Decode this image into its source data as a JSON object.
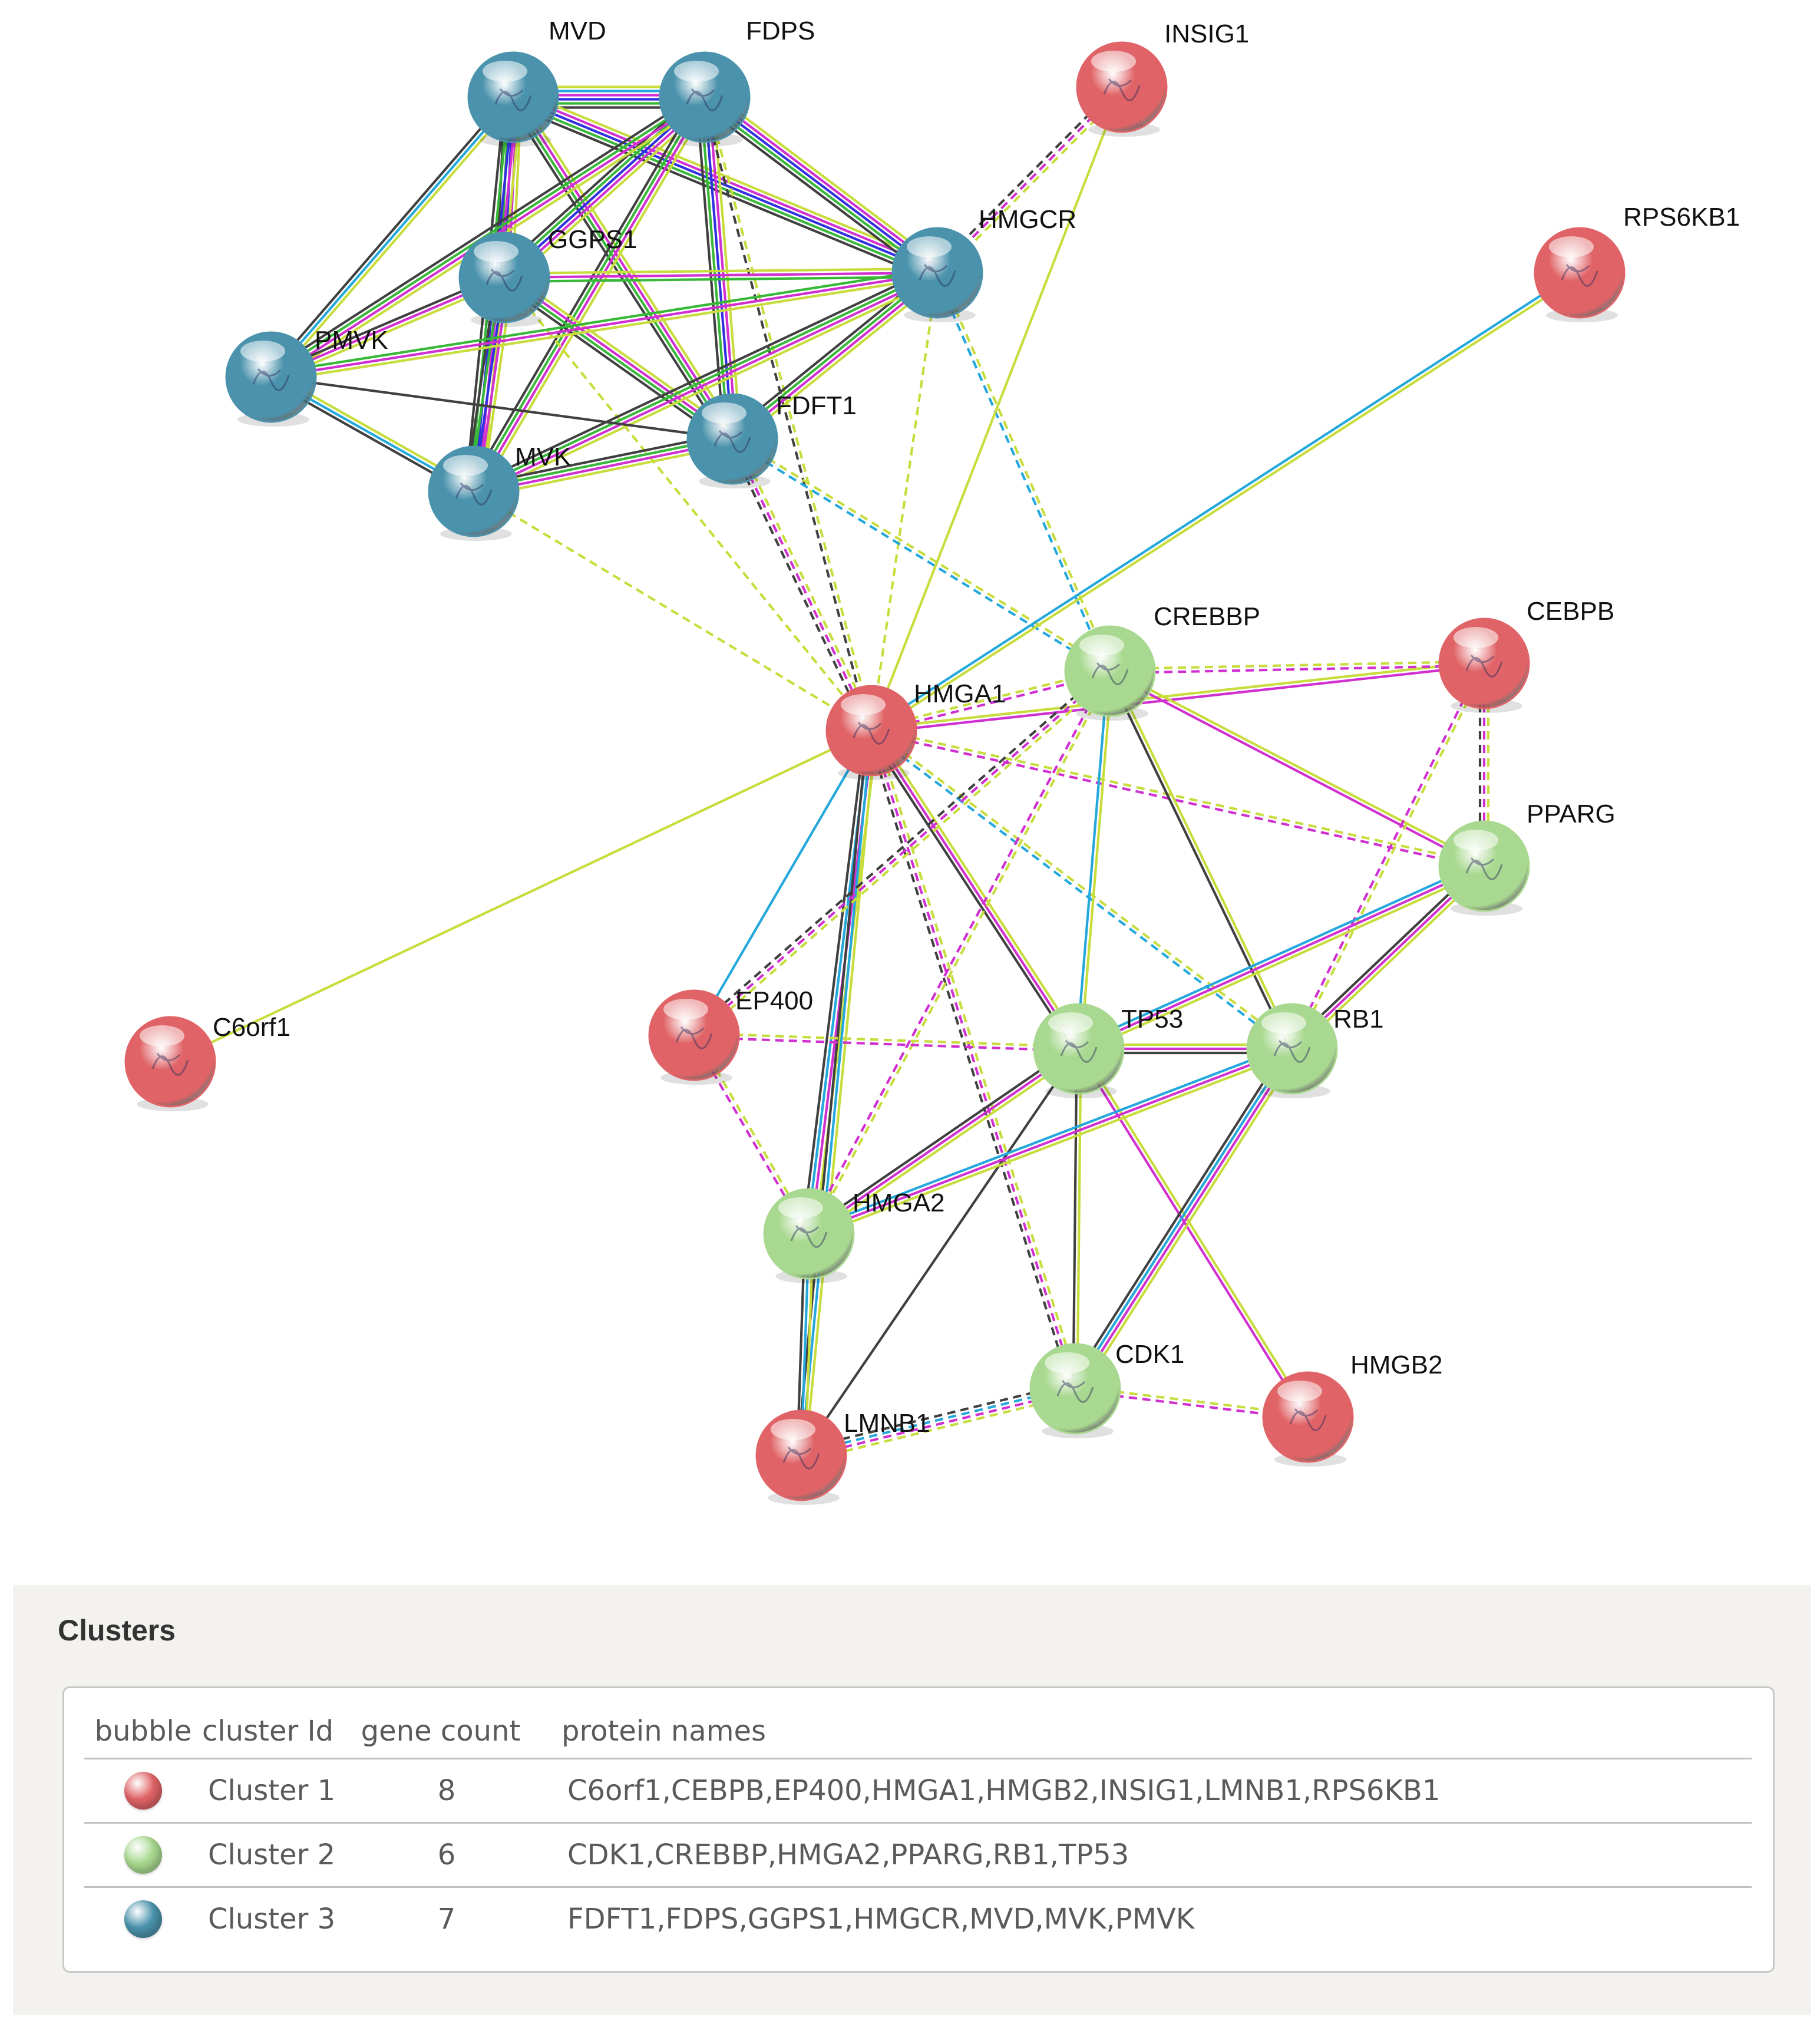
{
  "network": {
    "nodes": [
      {
        "id": "MVD",
        "label": "MVD",
        "cluster": "cluster3"
      },
      {
        "id": "FDPS",
        "label": "FDPS",
        "cluster": "cluster3"
      },
      {
        "id": "INSIG1",
        "label": "INSIG1",
        "cluster": "cluster1"
      },
      {
        "id": "GGPS1",
        "label": "GGPS1",
        "cluster": "cluster3"
      },
      {
        "id": "HMGCR",
        "label": "HMGCR",
        "cluster": "cluster3"
      },
      {
        "id": "RPS6KB1",
        "label": "RPS6KB1",
        "cluster": "cluster1"
      },
      {
        "id": "PMVK",
        "label": "PMVK",
        "cluster": "cluster3"
      },
      {
        "id": "FDFT1",
        "label": "FDFT1",
        "cluster": "cluster3"
      },
      {
        "id": "MVK",
        "label": "MVK",
        "cluster": "cluster3"
      },
      {
        "id": "CREBBP",
        "label": "CREBBP",
        "cluster": "cluster2"
      },
      {
        "id": "CEBPB",
        "label": "CEBPB",
        "cluster": "cluster1"
      },
      {
        "id": "HMGA1",
        "label": "HMGA1",
        "cluster": "cluster1"
      },
      {
        "id": "PPARG",
        "label": "PPARG",
        "cluster": "cluster2"
      },
      {
        "id": "C6orf1",
        "label": "C6orf1",
        "cluster": "cluster1"
      },
      {
        "id": "EP400",
        "label": "EP400",
        "cluster": "cluster1"
      },
      {
        "id": "TP53",
        "label": "TP53",
        "cluster": "cluster2"
      },
      {
        "id": "RB1",
        "label": "RB1",
        "cluster": "cluster2"
      },
      {
        "id": "HMGA2",
        "label": "HMGA2",
        "cluster": "cluster2"
      },
      {
        "id": "CDK1",
        "label": "CDK1",
        "cluster": "cluster2"
      },
      {
        "id": "HMGB2",
        "label": "HMGB2",
        "cluster": "cluster1"
      },
      {
        "id": "LMNB1",
        "label": "LMNB1",
        "cluster": "cluster1"
      }
    ],
    "edges": [
      {
        "a": "MVD",
        "b": "FDPS",
        "colors": [
          "#c8dc3c",
          "#24a8dc",
          "#d030d0",
          "#3030e0",
          "#38b838",
          "#404040"
        ],
        "dashed": false
      },
      {
        "a": "MVD",
        "b": "GGPS1",
        "colors": [
          "#c8dc3c",
          "#d030d0",
          "#3030e0",
          "#38b838",
          "#404040"
        ],
        "dashed": false
      },
      {
        "a": "MVD",
        "b": "HMGCR",
        "colors": [
          "#c8dc3c",
          "#d030d0",
          "#3030e0",
          "#38b838",
          "#404040"
        ],
        "dashed": false
      },
      {
        "a": "MVD",
        "b": "PMVK",
        "colors": [
          "#c8dc3c",
          "#24a8dc",
          "#404040"
        ],
        "dashed": false
      },
      {
        "a": "MVD",
        "b": "FDFT1",
        "colors": [
          "#c8dc3c",
          "#d030d0",
          "#38b838",
          "#404040"
        ],
        "dashed": false
      },
      {
        "a": "MVD",
        "b": "MVK",
        "colors": [
          "#c8dc3c",
          "#d030d0",
          "#3030e0",
          "#38b838",
          "#404040"
        ],
        "dashed": false
      },
      {
        "a": "FDPS",
        "b": "GGPS1",
        "colors": [
          "#c8dc3c",
          "#d030d0",
          "#3030e0",
          "#38b838",
          "#404040"
        ],
        "dashed": false
      },
      {
        "a": "FDPS",
        "b": "HMGCR",
        "colors": [
          "#c8dc3c",
          "#d030d0",
          "#3030e0",
          "#38b838",
          "#404040"
        ],
        "dashed": false
      },
      {
        "a": "FDPS",
        "b": "PMVK",
        "colors": [
          "#c8dc3c",
          "#d030d0",
          "#38b838",
          "#404040"
        ],
        "dashed": false
      },
      {
        "a": "FDPS",
        "b": "FDFT1",
        "colors": [
          "#c8dc3c",
          "#d030d0",
          "#3030e0",
          "#38b838",
          "#404040"
        ],
        "dashed": false
      },
      {
        "a": "FDPS",
        "b": "MVK",
        "colors": [
          "#c8dc3c",
          "#d030d0",
          "#38b838",
          "#404040"
        ],
        "dashed": false
      },
      {
        "a": "FDPS",
        "b": "HMGA1",
        "colors": [
          "#c8dc3c",
          "#404040"
        ],
        "dashed": true
      },
      {
        "a": "GGPS1",
        "b": "HMGCR",
        "colors": [
          "#c8dc3c",
          "#d030d0",
          "#38b838"
        ],
        "dashed": false
      },
      {
        "a": "GGPS1",
        "b": "PMVK",
        "colors": [
          "#c8dc3c",
          "#d030d0",
          "#404040"
        ],
        "dashed": false
      },
      {
        "a": "GGPS1",
        "b": "FDFT1",
        "colors": [
          "#c8dc3c",
          "#d030d0",
          "#38b838",
          "#404040"
        ],
        "dashed": false
      },
      {
        "a": "GGPS1",
        "b": "MVK",
        "colors": [
          "#c8dc3c",
          "#d030d0",
          "#3030e0",
          "#38b838",
          "#404040"
        ],
        "dashed": false
      },
      {
        "a": "GGPS1",
        "b": "HMGA1",
        "colors": [
          "#c8dc3c"
        ],
        "dashed": true
      },
      {
        "a": "HMGCR",
        "b": "PMVK",
        "colors": [
          "#c8dc3c",
          "#d030d0",
          "#38b838"
        ],
        "dashed": false
      },
      {
        "a": "HMGCR",
        "b": "FDFT1",
        "colors": [
          "#c8dc3c",
          "#d030d0",
          "#38b838",
          "#404040"
        ],
        "dashed": false
      },
      {
        "a": "HMGCR",
        "b": "MVK",
        "colors": [
          "#c8dc3c",
          "#d030d0",
          "#38b838",
          "#404040"
        ],
        "dashed": false
      },
      {
        "a": "HMGCR",
        "b": "HMGA1",
        "colors": [
          "#c8dc3c"
        ],
        "dashed": true
      },
      {
        "a": "HMGCR",
        "b": "CREBBP",
        "colors": [
          "#c8dc3c",
          "#24a8dc"
        ],
        "dashed": true
      },
      {
        "a": "PMVK",
        "b": "FDFT1",
        "colors": [
          "#404040"
        ],
        "dashed": false
      },
      {
        "a": "PMVK",
        "b": "MVK",
        "colors": [
          "#c8dc3c",
          "#24a8dc",
          "#404040"
        ],
        "dashed": false
      },
      {
        "a": "FDFT1",
        "b": "MVK",
        "colors": [
          "#c8dc3c",
          "#d030d0",
          "#38b838",
          "#404040"
        ],
        "dashed": false
      },
      {
        "a": "FDFT1",
        "b": "HMGA1",
        "colors": [
          "#c8dc3c",
          "#d030d0",
          "#404040"
        ],
        "dashed": true
      },
      {
        "a": "FDFT1",
        "b": "CREBBP",
        "colors": [
          "#c8dc3c",
          "#24a8dc"
        ],
        "dashed": true
      },
      {
        "a": "MVK",
        "b": "HMGA1",
        "colors": [
          "#c8dc3c"
        ],
        "dashed": true
      },
      {
        "a": "INSIG1",
        "b": "HMGCR",
        "colors": [
          "#c8dc3c",
          "#d030d0",
          "#404040"
        ],
        "dashed": true
      },
      {
        "a": "INSIG1",
        "b": "HMGA1",
        "colors": [
          "#c8dc3c"
        ],
        "dashed": false
      },
      {
        "a": "RPS6KB1",
        "b": "HMGA1",
        "colors": [
          "#c8dc3c",
          "#24a8dc"
        ],
        "dashed": false
      },
      {
        "a": "C6orf1",
        "b": "HMGA1",
        "colors": [
          "#c8dc3c"
        ],
        "dashed": false
      },
      {
        "a": "HMGA1",
        "b": "CREBBP",
        "colors": [
          "#c8dc3c",
          "#d030d0"
        ],
        "dashed": true
      },
      {
        "a": "HMGA1",
        "b": "CEBPB",
        "colors": [
          "#c8dc3c",
          "#d030d0"
        ],
        "dashed": false
      },
      {
        "a": "HMGA1",
        "b": "PPARG",
        "colors": [
          "#c8dc3c",
          "#d030d0"
        ],
        "dashed": true
      },
      {
        "a": "HMGA1",
        "b": "EP400",
        "colors": [
          "#24a8dc"
        ],
        "dashed": false
      },
      {
        "a": "HMGA1",
        "b": "TP53",
        "colors": [
          "#c8dc3c",
          "#d030d0",
          "#404040"
        ],
        "dashed": false
      },
      {
        "a": "HMGA1",
        "b": "RB1",
        "colors": [
          "#c8dc3c",
          "#24a8dc"
        ],
        "dashed": true
      },
      {
        "a": "HMGA1",
        "b": "HMGA2",
        "colors": [
          "#c8dc3c",
          "#d030d0",
          "#24a8dc",
          "#404040"
        ],
        "dashed": false
      },
      {
        "a": "HMGA1",
        "b": "CDK1",
        "colors": [
          "#c8dc3c",
          "#d030d0",
          "#404040"
        ],
        "dashed": true
      },
      {
        "a": "HMGA1",
        "b": "LMNB1",
        "colors": [
          "#c8dc3c",
          "#24a8dc",
          "#404040"
        ],
        "dashed": false
      },
      {
        "a": "CREBBP",
        "b": "CEBPB",
        "colors": [
          "#c8dc3c",
          "#d030d0"
        ],
        "dashed": true
      },
      {
        "a": "CREBBP",
        "b": "PPARG",
        "colors": [
          "#c8dc3c",
          "#d030d0"
        ],
        "dashed": false
      },
      {
        "a": "CREBBP",
        "b": "TP53",
        "colors": [
          "#c8dc3c",
          "#24a8dc"
        ],
        "dashed": false
      },
      {
        "a": "CREBBP",
        "b": "RB1",
        "colors": [
          "#c8dc3c",
          "#404040"
        ],
        "dashed": false
      },
      {
        "a": "CREBBP",
        "b": "EP400",
        "colors": [
          "#c8dc3c",
          "#d030d0",
          "#404040"
        ],
        "dashed": true
      },
      {
        "a": "CREBBP",
        "b": "HMGA2",
        "colors": [
          "#c8dc3c",
          "#d030d0"
        ],
        "dashed": true
      },
      {
        "a": "CEBPB",
        "b": "PPARG",
        "colors": [
          "#c8dc3c",
          "#d030d0",
          "#404040"
        ],
        "dashed": true
      },
      {
        "a": "CEBPB",
        "b": "RB1",
        "colors": [
          "#c8dc3c",
          "#d030d0"
        ],
        "dashed": true
      },
      {
        "a": "PPARG",
        "b": "TP53",
        "colors": [
          "#c8dc3c",
          "#d030d0",
          "#24a8dc"
        ],
        "dashed": false
      },
      {
        "a": "PPARG",
        "b": "RB1",
        "colors": [
          "#c8dc3c",
          "#d030d0",
          "#404040"
        ],
        "dashed": false
      },
      {
        "a": "EP400",
        "b": "TP53",
        "colors": [
          "#c8dc3c",
          "#d030d0"
        ],
        "dashed": true
      },
      {
        "a": "EP400",
        "b": "HMGA2",
        "colors": [
          "#c8dc3c",
          "#d030d0"
        ],
        "dashed": true
      },
      {
        "a": "TP53",
        "b": "RB1",
        "colors": [
          "#c8dc3c",
          "#d030d0",
          "#404040"
        ],
        "dashed": false
      },
      {
        "a": "TP53",
        "b": "HMGA2",
        "colors": [
          "#c8dc3c",
          "#d030d0",
          "#404040"
        ],
        "dashed": false
      },
      {
        "a": "TP53",
        "b": "CDK1",
        "colors": [
          "#c8dc3c",
          "#404040"
        ],
        "dashed": false
      },
      {
        "a": "TP53",
        "b": "HMGB2",
        "colors": [
          "#c8dc3c",
          "#d030d0"
        ],
        "dashed": false
      },
      {
        "a": "TP53",
        "b": "LMNB1",
        "colors": [
          "#404040"
        ],
        "dashed": false
      },
      {
        "a": "RB1",
        "b": "HMGA2",
        "colors": [
          "#c8dc3c",
          "#d030d0",
          "#24a8dc"
        ],
        "dashed": false
      },
      {
        "a": "RB1",
        "b": "CDK1",
        "colors": [
          "#c8dc3c",
          "#d030d0",
          "#24a8dc",
          "#404040"
        ],
        "dashed": false
      },
      {
        "a": "HMGA2",
        "b": "LMNB1",
        "colors": [
          "#c8dc3c",
          "#24a8dc",
          "#404040"
        ],
        "dashed": false
      },
      {
        "a": "CDK1",
        "b": "HMGB2",
        "colors": [
          "#c8dc3c",
          "#d030d0"
        ],
        "dashed": true
      },
      {
        "a": "CDK1",
        "b": "LMNB1",
        "colors": [
          "#c8dc3c",
          "#d030d0",
          "#24a8dc",
          "#404040"
        ],
        "dashed": true
      }
    ]
  },
  "cluster_colors": {
    "cluster1": "#e06467",
    "cluster2": "#a9d990",
    "cluster3": "#4b93ad"
  },
  "clusters": {
    "title": "Clusters",
    "headers": {
      "bubble": "bubble",
      "cluster_id": "cluster Id",
      "gene_count": "gene count",
      "protein_names": "protein names"
    },
    "rows": [
      {
        "color_key": "cluster1",
        "cluster_id": "Cluster 1",
        "gene_count": "8",
        "protein_names": "C6orf1,CEBPB,EP400,HMGA1,HMGB2,INSIG1,LMNB1,RPS6KB1"
      },
      {
        "color_key": "cluster2",
        "cluster_id": "Cluster 2",
        "gene_count": "6",
        "protein_names": "CDK1,CREBBP,HMGA2,PPARG,RB1,TP53"
      },
      {
        "color_key": "cluster3",
        "cluster_id": "Cluster 3",
        "gene_count": "7",
        "protein_names": "FDFT1,FDPS,GGPS1,HMGCR,MVD,MVK,PMVK"
      }
    ]
  }
}
